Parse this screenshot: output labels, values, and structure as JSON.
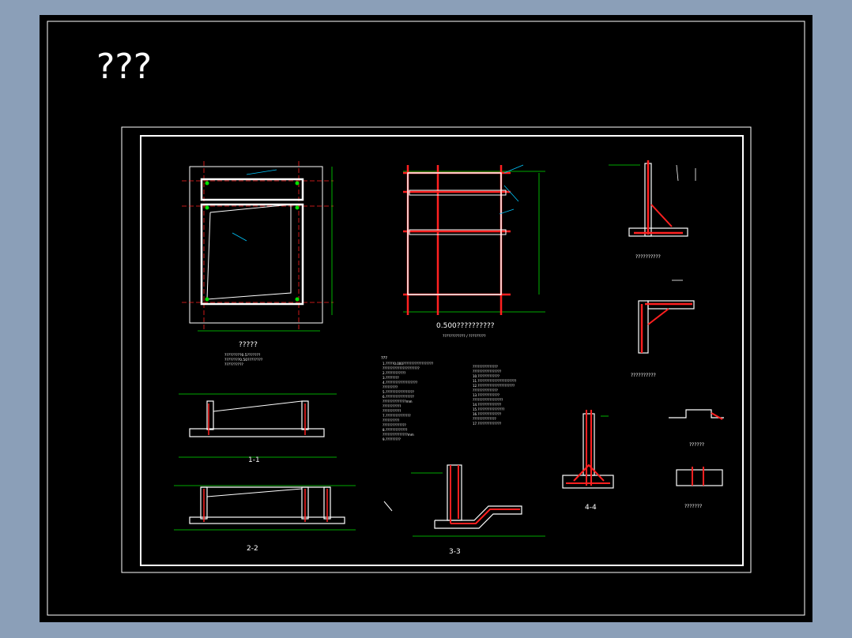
{
  "drawing": {
    "main_title": "???",
    "plan_title": "?????",
    "plan_note_lines": [
      "?????????0.5???????",
      "????????0.50????????",
      "??????????"
    ],
    "beam_plan_title": "0.500??????????",
    "beam_plan_note": "???????????? / ?????????",
    "section_1_label": "1-1",
    "section_2_label": "2-2",
    "section_3_label": "3-3",
    "section_4_label": "4-4",
    "detail_wall_top_title": "??????????",
    "detail_corner_title": "??????????",
    "detail_small_a_title": "??????",
    "detail_small_b_title": "???????",
    "notes_heading": "???",
    "notes_left": [
      "1.?????0.000??????????????????",
      "   ??????????????????????",
      "2.????????????",
      "3.????????",
      "4.???????????????????",
      "   ?????????",
      "5.?????????????????",
      "6.?????????????????",
      "   ??????????????mm",
      "   ???????????",
      "   ???????????",
      "7.???????????????",
      "   ??????????",
      "   ??????????????",
      "8.?????????????",
      "   ???????????????mm",
      "9.?????????"
    ],
    "notes_right": [
      "???????????????",
      "   ?????????????????",
      "10.?????????????",
      "11.???????????????????????",
      "12.??????????????????????",
      "   ???????????????",
      "13.?????????????",
      "   ??????????????????",
      "14.??????????????",
      "15.????????????????",
      "16.??????????????",
      "   ??????????????",
      "17.??????????????"
    ]
  },
  "colors": {
    "background": "#000000",
    "frame": "#ffffff",
    "rebar": "#ff2020",
    "dimension": "#00e000",
    "leader": "#00c8ff",
    "text": "#ffffff"
  }
}
